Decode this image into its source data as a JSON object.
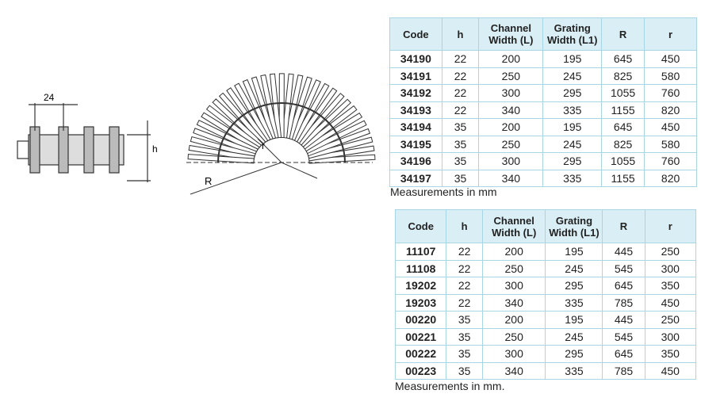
{
  "diagrams": {
    "side_dim": "24",
    "side_h": "h",
    "fan_R": "R",
    "fan_r": "r"
  },
  "columns": [
    "Code",
    "h",
    "Channel Width (L)",
    "Grating Width (L1)",
    "R",
    "r"
  ],
  "table1": {
    "rows": [
      [
        "34190",
        "22",
        "200",
        "195",
        "645",
        "450"
      ],
      [
        "34191",
        "22",
        "250",
        "245",
        "825",
        "580"
      ],
      [
        "34192",
        "22",
        "300",
        "295",
        "1055",
        "760"
      ],
      [
        "34193",
        "22",
        "340",
        "335",
        "1155",
        "820"
      ],
      [
        "34194",
        "35",
        "200",
        "195",
        "645",
        "450"
      ],
      [
        "34195",
        "35",
        "250",
        "245",
        "825",
        "580"
      ],
      [
        "34196",
        "35",
        "300",
        "295",
        "1055",
        "760"
      ],
      [
        "34197",
        "35",
        "340",
        "335",
        "1155",
        "820"
      ]
    ],
    "note": "Measurements in mm"
  },
  "table2": {
    "rows": [
      [
        "11107",
        "22",
        "200",
        "195",
        "445",
        "250"
      ],
      [
        "11108",
        "22",
        "250",
        "245",
        "545",
        "300"
      ],
      [
        "19202",
        "22",
        "300",
        "295",
        "645",
        "350"
      ],
      [
        "19203",
        "22",
        "340",
        "335",
        "785",
        "450"
      ],
      [
        "00220",
        "35",
        "200",
        "195",
        "445",
        "250"
      ],
      [
        "00221",
        "35",
        "250",
        "245",
        "545",
        "300"
      ],
      [
        "00222",
        "35",
        "300",
        "295",
        "645",
        "350"
      ],
      [
        "00223",
        "35",
        "340",
        "335",
        "785",
        "450"
      ]
    ],
    "note": "Measurements in mm."
  }
}
